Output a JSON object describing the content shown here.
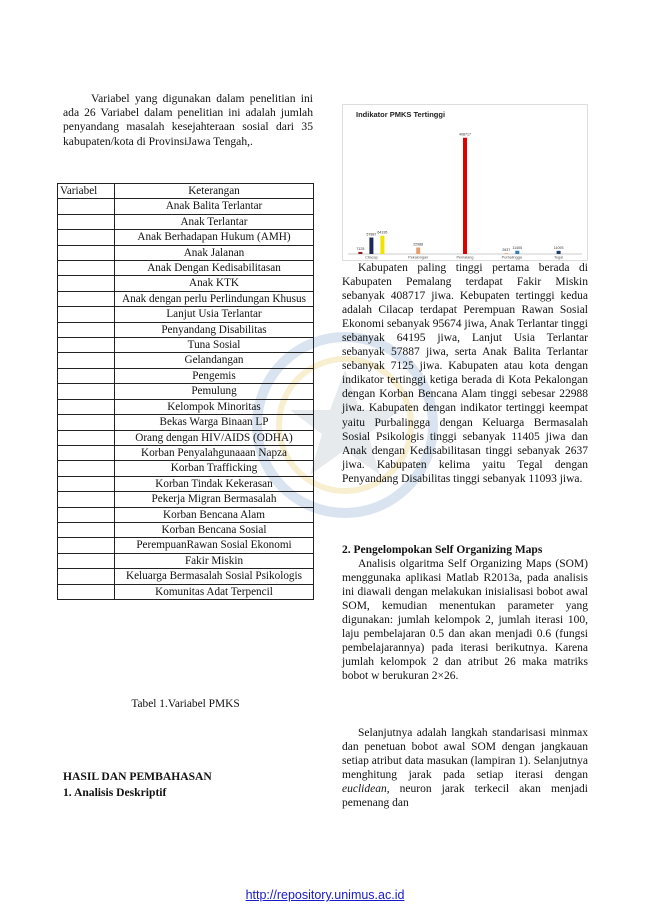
{
  "intro": "Variabel yang digunakan dalam penelitian ini ada 26 Variabel dalam penelitian ini adalah jumlah penyandang masalah kesejahteraan sosial dari 35 kabupaten/kota di ProvinsiJawa Tengah,.",
  "table": {
    "headers": [
      "Variabel",
      "Keterangan"
    ],
    "rows": [
      "Anak Balita Terlantar",
      "Anak Terlantar",
      "Anak Berhadapan Hukum (AMH)",
      "Anak Jalanan",
      "Anak Dengan Kedisabilitasan",
      "Anak KTK",
      "Anak dengan perlu Perlindungan Khusus",
      "Lanjut Usia Terlantar",
      "Penyandang Disabilitas",
      "Tuna Sosial",
      "Gelandangan",
      "Pengemis",
      "Pemulung",
      "Kelompok Minoritas",
      "Bekas Warga Binaan LP",
      "Orang dengan HIV/AIDS (ODHA)",
      "Korban Penyalahgunaaan Napza",
      "Korban Trafficking",
      "Korban Tindak Kekerasan",
      "Pekerja Migran Bermasalah",
      "Korban Bencana Alam",
      "Korban Bencana Sosial",
      "PerempuanRawan Sosial Ekonomi",
      "Fakir Miskin",
      "Keluarga Bermasalah Sosial Psikologis",
      "Komunitas Adat Terpencil"
    ]
  },
  "caption": "Tabel 1.Variabel PMKS",
  "headings": {
    "hasil": "HASIL DAN PEMBAHASAN",
    "analisis": "1.  Analisis Deskriptif"
  },
  "chart_data": {
    "type": "bar",
    "title": "Indikator PMKS Tertinggi",
    "categories": [
      "Cilacap",
      "Pekalongan",
      "Pemalang",
      "Purbalingga",
      "Tegal"
    ],
    "series": [
      {
        "values": [
          7125,
          0,
          0,
          0,
          0
        ],
        "color": "#8b1a1a"
      },
      {
        "values": [
          57887,
          0,
          0,
          0,
          0
        ],
        "color": "#1f2a5a"
      },
      {
        "values": [
          64195,
          0,
          0,
          0,
          0
        ],
        "color": "#f2e200"
      },
      {
        "values": [
          0,
          22988,
          0,
          2637,
          0
        ],
        "color": "#e8a070"
      },
      {
        "values": [
          0,
          0,
          408717,
          0,
          0
        ],
        "color": "#e00000"
      },
      {
        "values": [
          0,
          0,
          0,
          11405,
          0
        ],
        "color": "#2c7fb8"
      },
      {
        "values": [
          0,
          0,
          0,
          0,
          11093
        ],
        "color": "#1f3f6a"
      }
    ],
    "value_labels": [
      {
        "category": 0,
        "series": 0,
        "text": "7125"
      },
      {
        "category": 0,
        "series": 1,
        "text": "57887"
      },
      {
        "category": 0,
        "series": 2,
        "text": "64195"
      },
      {
        "category": 1,
        "series": 3,
        "text": "22988"
      },
      {
        "category": 2,
        "series": 4,
        "text": "408717"
      },
      {
        "category": 3,
        "series": 3,
        "text": "2637"
      },
      {
        "category": 3,
        "series": 5,
        "text": "11405"
      },
      {
        "category": 4,
        "series": 6,
        "text": "11093"
      }
    ],
    "ylim": [
      0,
      450000
    ],
    "grid": false
  },
  "para1": "Kabupaten paling tinggi pertama berada di Kabupaten Pemalang terdapat Fakir Miskin sebanyak 408717 jiwa. Kebupaten tertinggi kedua adalah Cilacap terdapat Perempuan Rawan Sosial Ekonomi sebanyak 95674 jiwa, Anak Terlantar tinggi sebanyak 64195 jiwa, Lanjut Usia Terlantar sebanyak 57887 jiwa, serta Anak Balita Terlantar sebanyak 7125 jiwa. Kabupaten atau kota dengan indikator tertinggi ketiga berada di Kota Pekalongan dengan Korban Bencana Alam tinggi sebesar 22988 jiwa. Kabupaten dengan indikator tertinggi keempat yaitu Purbalingga dengan Keluarga Bermasalah Sosial Psikologis tinggi sebanyak 11405 jiwa dan Anak dengan Kedisabilitasan tinggi sebanyak 2637 jiwa. Kabupaten kelima yaitu Tegal dengan Penyandang Disabilitas tinggi sebanyak 11093 jiwa.",
  "section2": "2.  Pengelompokan Self Organizing Maps",
  "para2": "Analisis olgaritma Self Organizing Maps (SOM) menggunaka aplikasi Matlab R2013a, pada analisis ini diawali dengan melakukan inisialisasi bobot awal SOM, kemudian menentukan parameter yang digunakan: jumlah kelompok 2, jumlah iterasi 100, laju pembelajaran 0.5 dan akan menjadi 0.6 (fungsi pembelajarannya) pada iterasi berikutnya. Karena jumlah kelompok  2 dan atribut 26 maka matriks bobot w berukuran 2×26.",
  "para3_pre": "Selanjutnya adalah langkah standarisasi minmax dan penetuan bobot awal SOM dengan jangkauan setiap atribut data masukan (lampiran 1). Selanjutnya menghitung jarak pada setiap iterasi dengan ",
  "para3_em": "euclidean",
  "para3_post": ", neuron jarak terkecil akan menjadi pemenang dan",
  "footer_link": "http://repository.unimus.ac.id",
  "colors": {
    "link": "#1a1acc",
    "watermark": "#3a6fb0"
  }
}
